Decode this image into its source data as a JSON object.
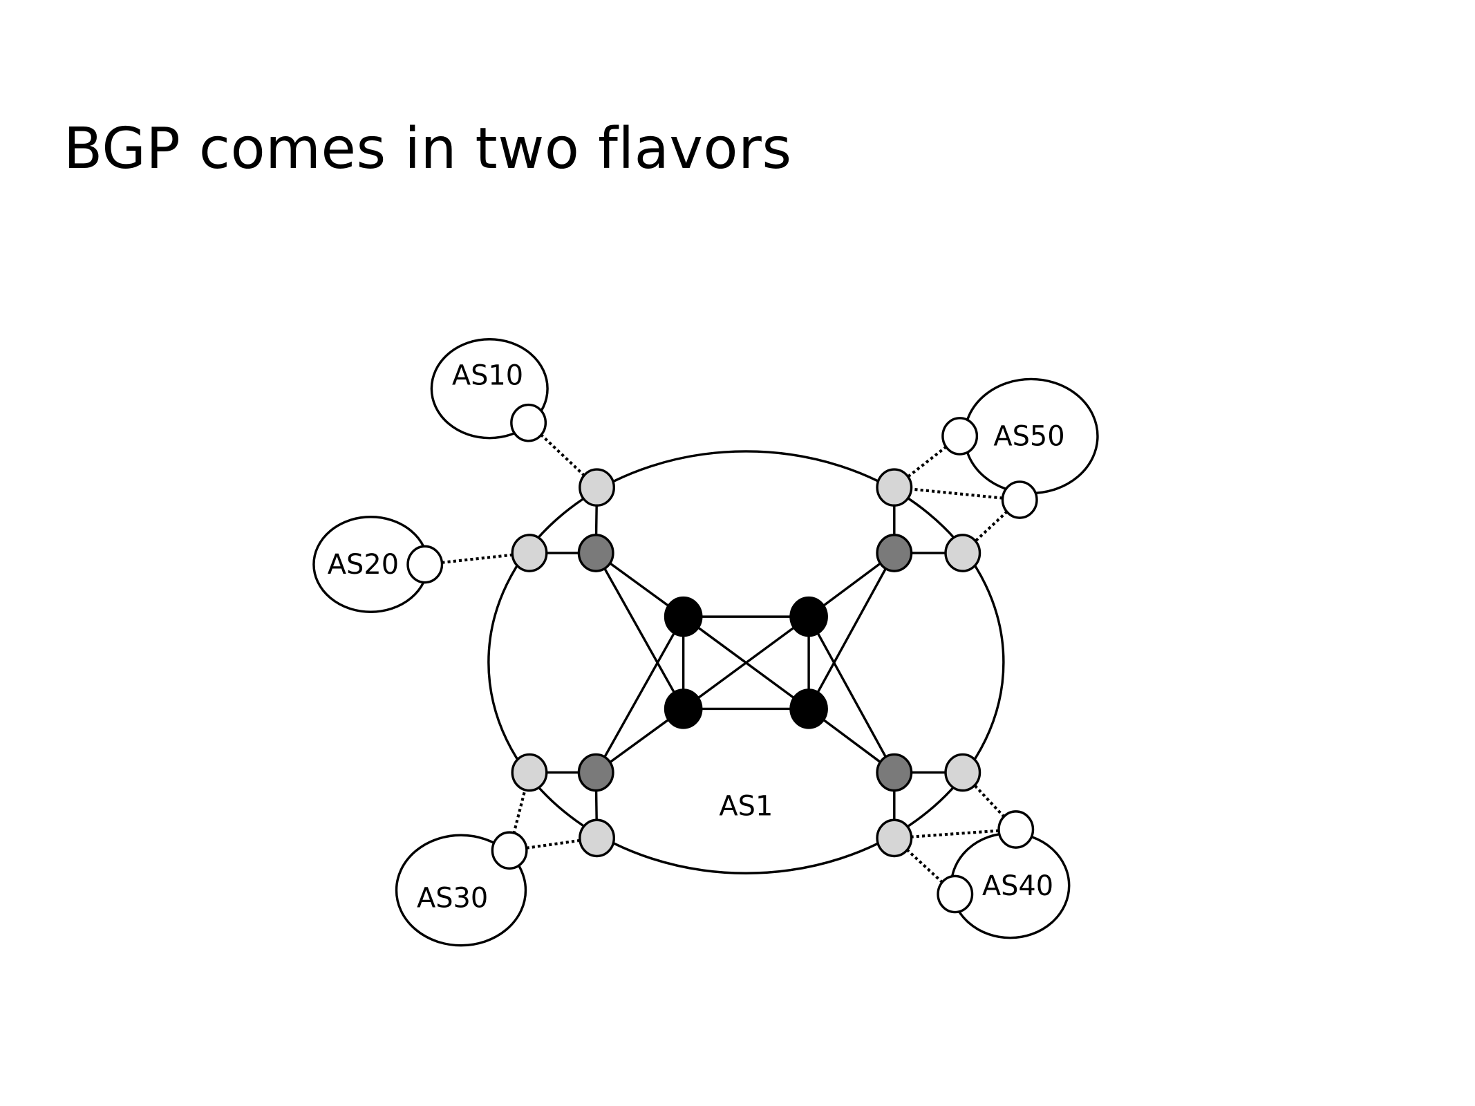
{
  "slide": {
    "title": "BGP comes in two flavors"
  },
  "diagram": {
    "labels": {
      "as1": "AS1",
      "as10": "AS10",
      "as20": "AS20",
      "as30": "AS30",
      "as40": "AS40",
      "as50": "AS50"
    },
    "colors": {
      "core": "#000000",
      "internal": "#7a7a7a",
      "border": "#d6d6d6",
      "external": "#ffffff",
      "stroke": "#000000"
    }
  }
}
